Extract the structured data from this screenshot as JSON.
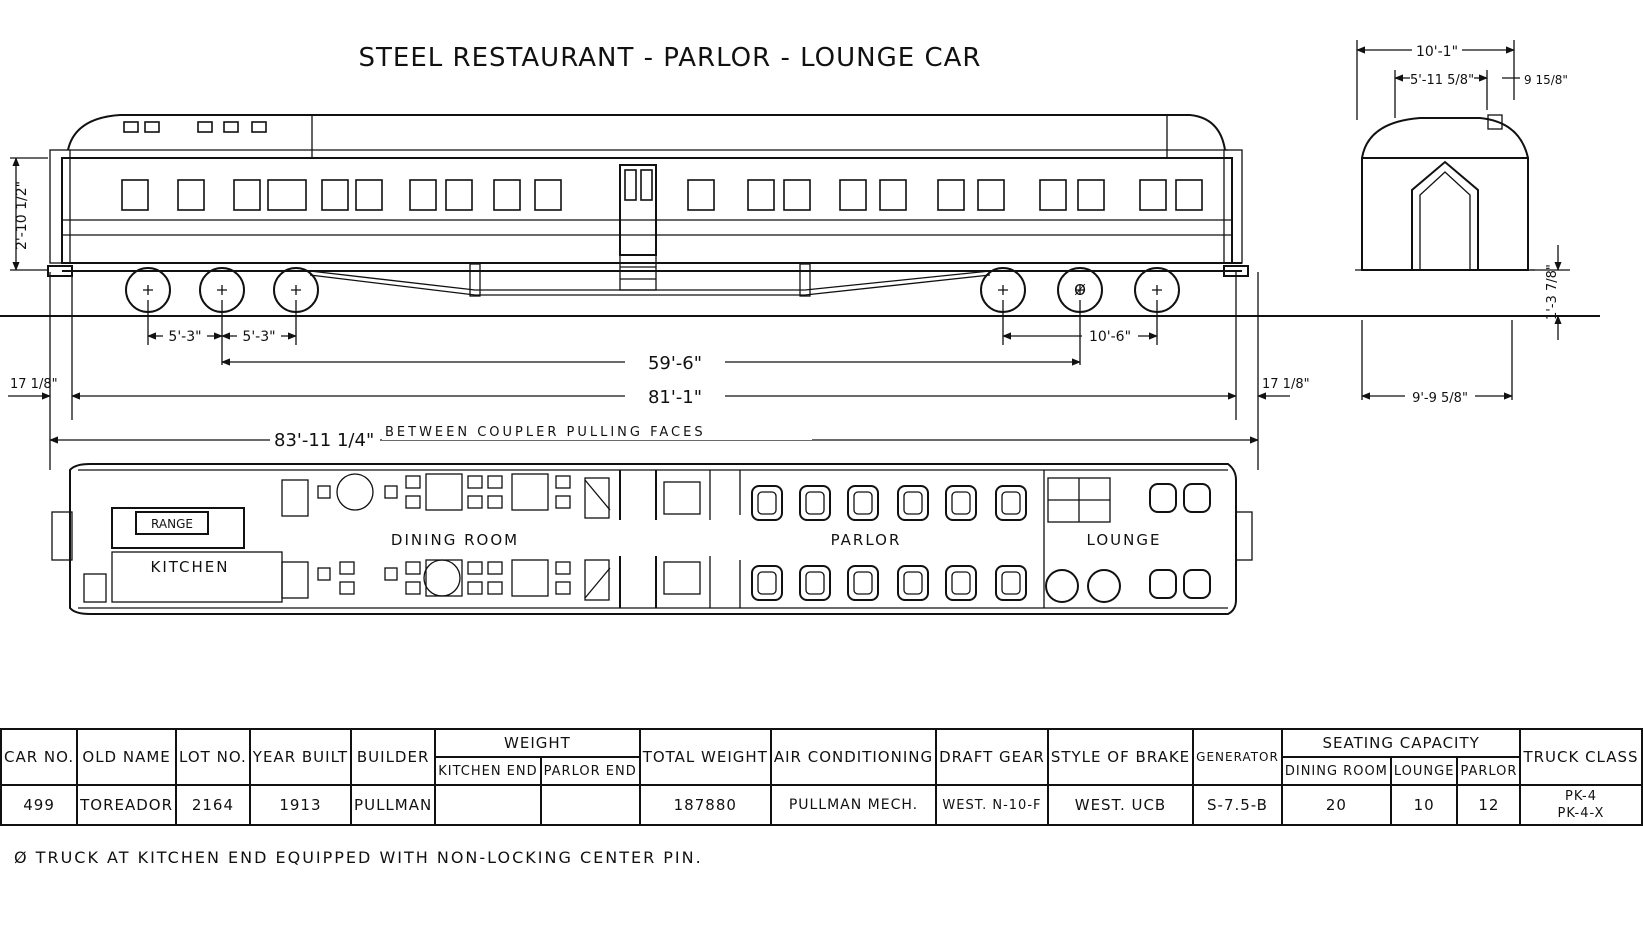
{
  "title": "STEEL RESTAURANT - PARLOR - LOUNGE CAR",
  "dimensions": {
    "end_width": "10'-1\"",
    "end_inner_width": "5'-11 5/8\"",
    "end_offset": "9 15/8\"",
    "end_height": "1'-3 7/8\"",
    "end_base_width": "9'-9 5/8\"",
    "side_height": "2'-10 1/2\"",
    "truck_spacing_a": "5'-3\"",
    "truck_spacing_b": "5'-3\"",
    "truck_wheelbase_rear": "10'-6\"",
    "truck_centers": "59'-6\"",
    "body_length": "81'-1\"",
    "end_overhang_left": "17 1/8\"",
    "end_overhang_right": "17 1/8\"",
    "coupler_length": "83'-11 1/4\"",
    "coupler_note": "BETWEEN COUPLER PULLING FACES"
  },
  "plan_labels": {
    "range": "RANGE",
    "kitchen": "KITCHEN",
    "dining_room": "DINING ROOM",
    "parlor": "PARLOR",
    "lounge": "LOUNGE"
  },
  "table": {
    "headers": {
      "car_no": "CAR NO.",
      "old_name": "OLD NAME",
      "lot_no": "LOT NO.",
      "year_built": "YEAR BUILT",
      "builder": "BUILDER",
      "weight": "WEIGHT",
      "kitchen_end": "KITCHEN END",
      "parlor_end": "PARLOR END",
      "total_weight": "TOTAL WEIGHT",
      "air_conditioning": "AIR CONDITIONING",
      "draft_gear": "DRAFT GEAR",
      "style_of_brake": "STYLE OF BRAKE",
      "generator": "GENERATOR",
      "seating_capacity": "SEATING CAPACITY",
      "dining_room": "DINING ROOM",
      "lounge": "LOUNGE",
      "parlor": "PARLOR",
      "truck_class": "TRUCK CLASS"
    },
    "row": {
      "car_no": "499",
      "old_name": "TOREADOR",
      "lot_no": "2164",
      "year_built": "1913",
      "builder": "PULLMAN",
      "kitchen_end": "",
      "parlor_end": "",
      "total_weight": "187880",
      "air_conditioning": "PULLMAN MECH.",
      "draft_gear": "WEST. N-10-F",
      "style_of_brake": "WEST. UCB",
      "generator": "S-7.5-B",
      "dining_room": "20",
      "lounge": "10",
      "parlor": "12",
      "truck_class_1": "PK-4",
      "truck_class_2": "PK-4-X"
    }
  },
  "footnote": "Ø TRUCK AT KITCHEN END EQUIPPED WITH NON-LOCKING CENTER PIN."
}
